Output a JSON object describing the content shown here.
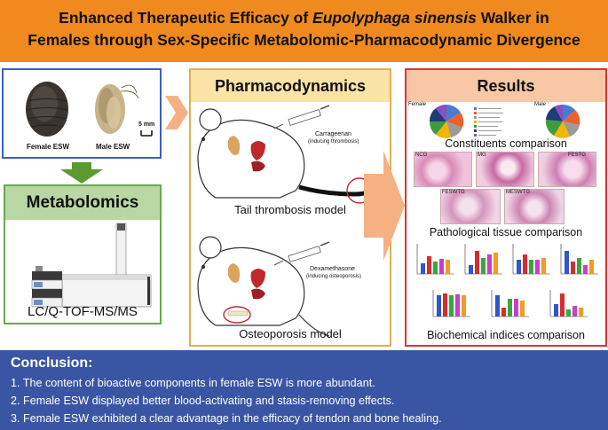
{
  "header": {
    "title_line1_a": "Enhanced Therapeutic Efficacy of ",
    "title_line1_italic": "Eupolyphaga sinensis",
    "title_line1_b": " Walker in",
    "title_line2": "Females through Sex-Specific Metabolomic-Pharmacodynamic Divergence"
  },
  "specimens": {
    "female_label": "Female ESW",
    "male_label": "Male ESW",
    "scale_label": "5 mm"
  },
  "metabolomics": {
    "title": "Metabolomics",
    "instrument_label": "LC/Q-TOF-MS/MS"
  },
  "pharmacodynamics": {
    "title": "Pharmacodynamics",
    "model1_injection": "Carrageenan",
    "model1_injection_note": "(inducing thrombosis)",
    "model1_label": "Tail thrombosis model",
    "model2_injection": "Dexamethasone",
    "model2_injection_note": "(inducing osteoporosis)",
    "model2_label": "Osteoporosis model"
  },
  "results": {
    "title": "Results",
    "female_label": "Female",
    "male_label": "Male",
    "constituents_label": "Constituents comparison",
    "histology_panels": [
      "NCG",
      "MG",
      "FESTG",
      "FESWTG",
      "MESWTG"
    ],
    "pathology_label": "Pathological tissue comparison",
    "biochem_label": "Biochemical indices comparison"
  },
  "conclusion": {
    "title": "Conclusion:",
    "items": [
      "1. The content of bioactive components in female ESW is more abundant.",
      "2. Female ESW displayed better blood-activating and stasis-removing effects.",
      "3. Female ESW exhibited a clear advantage in the efficacy of tendon and bone healing."
    ]
  },
  "colors": {
    "header_bg": "#f08a1e",
    "conclusion_bg": "#3a55a4",
    "specimen_border": "#3b5fbf",
    "metabolomics_border": "#6aa84f",
    "pharmacodynamics_border": "#e0b050",
    "results_border": "#dd3333",
    "arrow_orange": "#f6b183",
    "arrow_green": "#5a9a2f"
  }
}
